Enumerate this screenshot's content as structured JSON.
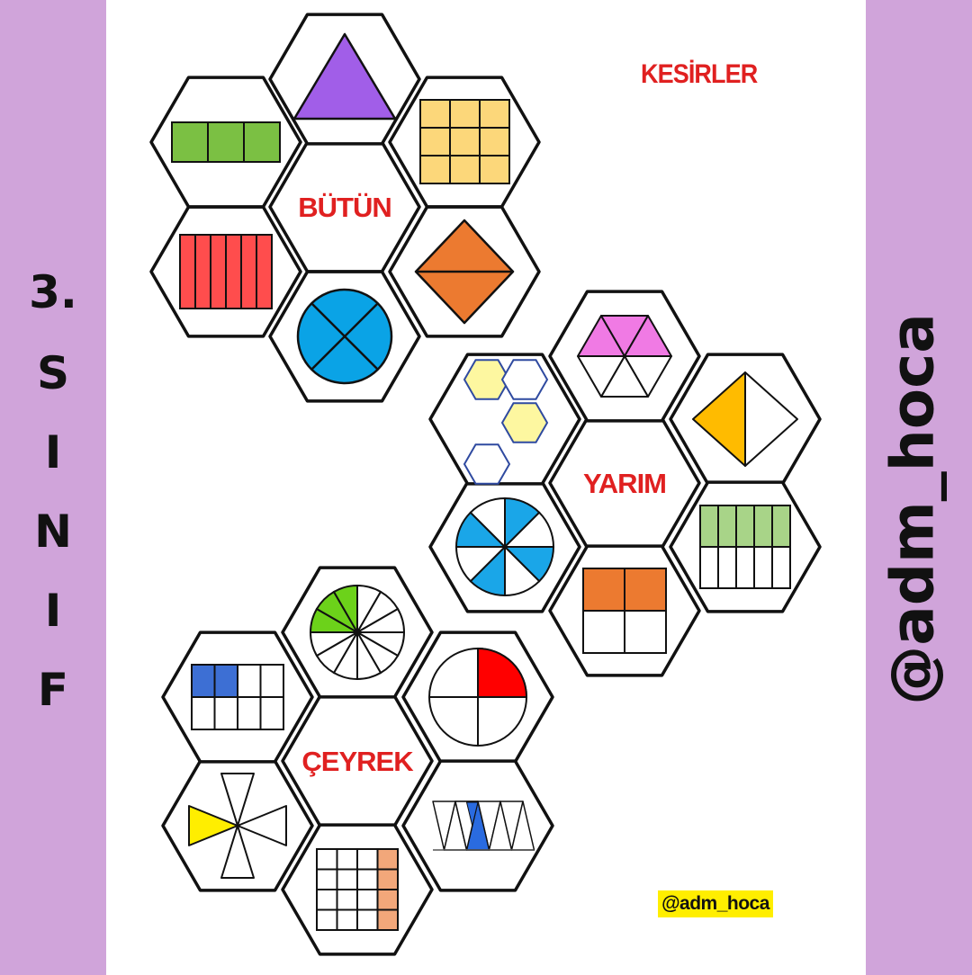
{
  "side_left": {
    "grade_number": "3.",
    "grade_letters": [
      "S",
      "I",
      "N",
      "I",
      "F"
    ],
    "color": "#d0a4da"
  },
  "side_right": {
    "handle": "@adm_hoca",
    "color": "#d0a4da"
  },
  "title": "KESİRLER",
  "badge": "@adm_hoca",
  "clusters": [
    {
      "label": "BÜTÜN",
      "tiles": [
        {
          "shape": "triangle",
          "color": "#a15ee8"
        },
        {
          "shape": "grid-3x3",
          "color": "#fcd77a"
        },
        {
          "shape": "diamond-halves",
          "color": "#ec7a30"
        },
        {
          "shape": "circle-quarters",
          "color": "#0aa3e6"
        },
        {
          "shape": "bars-6",
          "color": "#ff4d4d"
        },
        {
          "shape": "strip-3",
          "color": "#7bc043"
        }
      ]
    },
    {
      "label": "YARIM",
      "tiles": [
        {
          "shape": "hexagon-sixths",
          "color": "#f07ae4",
          "shaded": 3,
          "parts": 6
        },
        {
          "shape": "diamond-half",
          "color": "#ffbb00",
          "shaded": 1,
          "parts": 2
        },
        {
          "shape": "grid-5x2",
          "color": "#a8d488",
          "shaded": 5,
          "parts": 10
        },
        {
          "shape": "square-quarters",
          "color": "#ec7a30",
          "shaded": 2,
          "parts": 4
        },
        {
          "shape": "circle-eighths",
          "color": "#1aa6e8",
          "shaded": 4,
          "parts": 8
        },
        {
          "shape": "honeycomb-4",
          "color": "#fdf7a0",
          "shaded": 2,
          "parts": 4
        }
      ]
    },
    {
      "label": "ÇEYREK",
      "tiles": [
        {
          "shape": "circle-twelfths",
          "color": "#6cd21a",
          "shaded": 3,
          "parts": 12
        },
        {
          "shape": "circle-quarter",
          "color": "#ff0000",
          "shaded": 1,
          "parts": 4
        },
        {
          "shape": "triangle-strip",
          "color": "#2a6be0",
          "shaded": 2,
          "parts": 8
        },
        {
          "shape": "grid-4x4",
          "color": "#f2a77a",
          "shaded": 4,
          "parts": 16
        },
        {
          "shape": "pinwheel",
          "color": "#ffee00",
          "shaded": 1,
          "parts": 4
        },
        {
          "shape": "grid-4x2",
          "color": "#3d6fd4",
          "shaded": 2,
          "parts": 8
        }
      ]
    }
  ]
}
